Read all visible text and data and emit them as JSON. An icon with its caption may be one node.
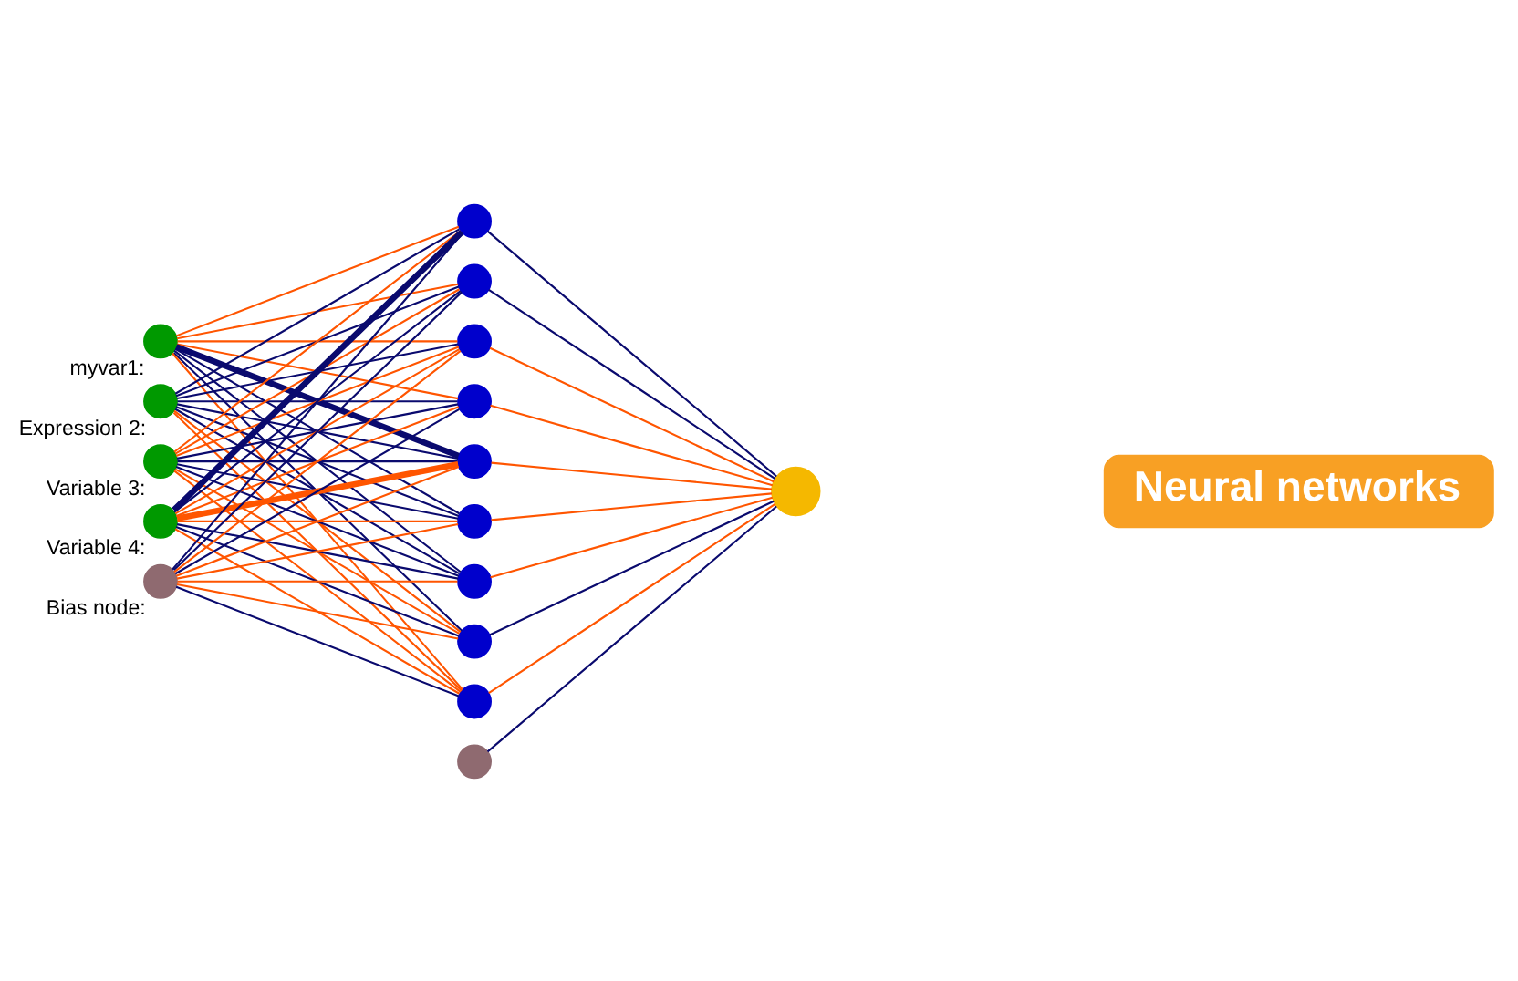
{
  "diagram": {
    "nodes": [
      {
        "text": [],
        "shape": "circle",
        "beside": [
          "myvar1:"
        ]
      },
      {
        "text": [],
        "shape": "circle",
        "beside": [
          "Expression 2:"
        ]
      },
      {
        "text": [],
        "shape": "circle",
        "beside": [
          "Variable 3:"
        ]
      },
      {
        "text": [],
        "shape": "circle",
        "beside": [
          "Variable 4:"
        ]
      },
      {
        "text": [],
        "shape": "circle",
        "beside": [
          "Bias node:"
        ]
      },
      {
        "text": [],
        "shape": "circle"
      },
      {
        "text": [],
        "shape": "circle"
      },
      {
        "text": [],
        "shape": "circle"
      },
      {
        "text": [],
        "shape": "circle"
      },
      {
        "text": [],
        "shape": "circle"
      },
      {
        "text": [],
        "shape": "circle"
      },
      {
        "text": [],
        "shape": "circle"
      },
      {
        "text": [],
        "shape": "circle"
      },
      {
        "text": [],
        "shape": "circle"
      },
      {
        "text": [],
        "shape": "circle"
      },
      {
        "text": [],
        "shape": "circle"
      },
      {
        "text": [
          "Neural networks"
        ]
      }
    ],
    "edges": [
      {
        "from": 0,
        "to": 5,
        "arrow": "none",
        "color": "#ff5500"
      },
      {
        "from": 0,
        "to": 6,
        "arrow": "none",
        "color": "#ff5500"
      },
      {
        "from": 0,
        "to": 7,
        "arrow": "none",
        "color": "#ff5500"
      },
      {
        "from": 0,
        "to": 8,
        "arrow": "none",
        "color": "#ff5500"
      },
      {
        "from": 0,
        "to": 9,
        "arrow": "none",
        "style": "thick",
        "color": "#0a0a6e"
      },
      {
        "from": 0,
        "to": 10,
        "arrow": "none",
        "color": "#0a0a6e"
      },
      {
        "from": 0,
        "to": 11,
        "arrow": "none",
        "color": "#0a0a6e"
      },
      {
        "from": 0,
        "to": 12,
        "arrow": "none",
        "color": "#0a0a6e"
      },
      {
        "from": 0,
        "to": 13,
        "arrow": "none",
        "color": "#ff5500"
      },
      {
        "from": 1,
        "to": 5,
        "arrow": "none",
        "color": "#0a0a6e"
      },
      {
        "from": 1,
        "to": 6,
        "arrow": "none",
        "color": "#0a0a6e"
      },
      {
        "from": 1,
        "to": 7,
        "arrow": "none",
        "color": "#0a0a6e"
      },
      {
        "from": 1,
        "to": 8,
        "arrow": "none",
        "color": "#0a0a6e"
      },
      {
        "from": 1,
        "to": 9,
        "arrow": "none",
        "color": "#0a0a6e"
      },
      {
        "from": 1,
        "to": 10,
        "arrow": "none",
        "color": "#0a0a6e"
      },
      {
        "from": 1,
        "to": 11,
        "arrow": "none",
        "color": "#0a0a6e"
      },
      {
        "from": 1,
        "to": 12,
        "arrow": "none",
        "color": "#ff5500"
      },
      {
        "from": 1,
        "to": 13,
        "arrow": "none",
        "color": "#ff5500"
      },
      {
        "from": 2,
        "to": 5,
        "arrow": "none",
        "color": "#ff5500"
      },
      {
        "from": 2,
        "to": 6,
        "arrow": "none",
        "color": "#ff5500"
      },
      {
        "from": 2,
        "to": 7,
        "arrow": "none",
        "color": "#ff5500"
      },
      {
        "from": 2,
        "to": 8,
        "arrow": "none",
        "color": "#0a0a6e"
      },
      {
        "from": 2,
        "to": 9,
        "arrow": "none",
        "color": "#0a0a6e"
      },
      {
        "from": 2,
        "to": 10,
        "arrow": "none",
        "color": "#0a0a6e"
      },
      {
        "from": 2,
        "to": 11,
        "arrow": "none",
        "color": "#0a0a6e"
      },
      {
        "from": 2,
        "to": 12,
        "arrow": "none",
        "color": "#ff5500"
      },
      {
        "from": 2,
        "to": 13,
        "arrow": "none",
        "color": "#ff5500"
      },
      {
        "from": 3,
        "to": 5,
        "arrow": "none",
        "style": "thick",
        "color": "#0a0a6e"
      },
      {
        "from": 3,
        "to": 6,
        "arrow": "none",
        "color": "#0a0a6e"
      },
      {
        "from": 3,
        "to": 7,
        "arrow": "none",
        "color": "#ff5500"
      },
      {
        "from": 3,
        "to": 8,
        "arrow": "none",
        "color": "#ff5500"
      },
      {
        "from": 3,
        "to": 9,
        "arrow": "none",
        "style": "thick",
        "color": "#ff5500"
      },
      {
        "from": 3,
        "to": 10,
        "arrow": "none",
        "color": "#ff5500"
      },
      {
        "from": 3,
        "to": 11,
        "arrow": "none",
        "color": "#0a0a6e"
      },
      {
        "from": 3,
        "to": 12,
        "arrow": "none",
        "color": "#0a0a6e"
      },
      {
        "from": 3,
        "to": 13,
        "arrow": "none",
        "color": "#ff5500"
      },
      {
        "from": 4,
        "to": 5,
        "arrow": "none",
        "color": "#0a0a6e"
      },
      {
        "from": 4,
        "to": 6,
        "arrow": "none",
        "color": "#0a0a6e"
      },
      {
        "from": 4,
        "to": 7,
        "arrow": "none",
        "color": "#ff5500"
      },
      {
        "from": 4,
        "to": 8,
        "arrow": "none",
        "color": "#0a0a6e"
      },
      {
        "from": 4,
        "to": 9,
        "arrow": "none",
        "color": "#ff5500"
      },
      {
        "from": 4,
        "to": 10,
        "arrow": "none",
        "color": "#ff5500"
      },
      {
        "from": 4,
        "to": 11,
        "arrow": "none",
        "color": "#ff5500"
      },
      {
        "from": 4,
        "to": 12,
        "arrow": "none",
        "color": "#ff5500"
      },
      {
        "from": 4,
        "to": 13,
        "arrow": "none",
        "color": "#0a0a6e"
      },
      {
        "from": 5,
        "to": 15,
        "arrow": "none",
        "color": "#0a0a6e"
      },
      {
        "from": 6,
        "to": 15,
        "arrow": "none",
        "color": "#0a0a6e"
      },
      {
        "from": 7,
        "to": 15,
        "arrow": "none",
        "color": "#ff5500"
      },
      {
        "from": 8,
        "to": 15,
        "arrow": "none",
        "color": "#ff5500"
      },
      {
        "from": 9,
        "to": 15,
        "arrow": "none",
        "color": "#ff5500"
      },
      {
        "from": 10,
        "to": 15,
        "arrow": "none",
        "color": "#ff5500"
      },
      {
        "from": 11,
        "to": 15,
        "arrow": "none",
        "color": "#ff5500"
      },
      {
        "from": 12,
        "to": 15,
        "arrow": "none",
        "color": "#0a0a6e"
      },
      {
        "from": 13,
        "to": 15,
        "arrow": "none",
        "color": "#ff5500"
      },
      {
        "from": 14,
        "to": 15,
        "arrow": "none",
        "color": "#0a0a6e"
      }
    ]
  }
}
